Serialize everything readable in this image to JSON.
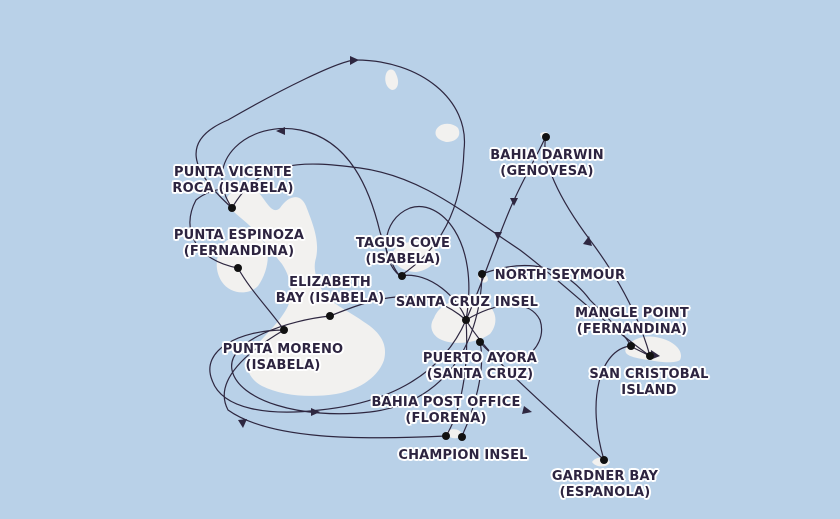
{
  "map": {
    "water_color": "#b9d1e8",
    "land_color": "#f2f1ef",
    "route_color": "#2e2740",
    "marker_color": "#111111"
  },
  "ports": [
    {
      "id": "bahia-darwin",
      "lines": [
        "BAHIA DARWIN",
        "(GENOVESA)"
      ]
    },
    {
      "id": "punta-vicente-roca",
      "lines": [
        "PUNTA VICENTE",
        "ROCA (ISABELA)"
      ]
    },
    {
      "id": "punta-espinoza",
      "lines": [
        "PUNTA ESPINOZA",
        "(FERNANDINA)"
      ]
    },
    {
      "id": "tagus-cove",
      "lines": [
        "TAGUS COVE",
        "(ISABELA)"
      ]
    },
    {
      "id": "north-seymour",
      "lines": [
        "NORTH SEYMOUR"
      ]
    },
    {
      "id": "elizabeth-bay",
      "lines": [
        "ELIZABETH",
        "BAY (ISABELA)"
      ]
    },
    {
      "id": "santa-cruz-insel",
      "lines": [
        "SANTA CRUZ INSEL"
      ]
    },
    {
      "id": "mangle-point",
      "lines": [
        "MANGLE POINT",
        "(FERNANDINA)"
      ]
    },
    {
      "id": "punta-moreno",
      "lines": [
        "PUNTA MORENO",
        "(ISABELA)"
      ]
    },
    {
      "id": "puerto-ayora",
      "lines": [
        "PUERTO AYORA",
        "(SANTA CRUZ)"
      ]
    },
    {
      "id": "san-cristobal",
      "lines": [
        "SAN CRISTOBAL",
        "ISLAND"
      ]
    },
    {
      "id": "bahia-post-office",
      "lines": [
        "BAHIA POST OFFICE",
        "(FLORENA)"
      ]
    },
    {
      "id": "champion-insel",
      "lines": [
        "CHAMPION INSEL"
      ]
    },
    {
      "id": "gardner-bay",
      "lines": [
        "GARDNER BAY",
        "(ESPANOLA)"
      ]
    }
  ]
}
